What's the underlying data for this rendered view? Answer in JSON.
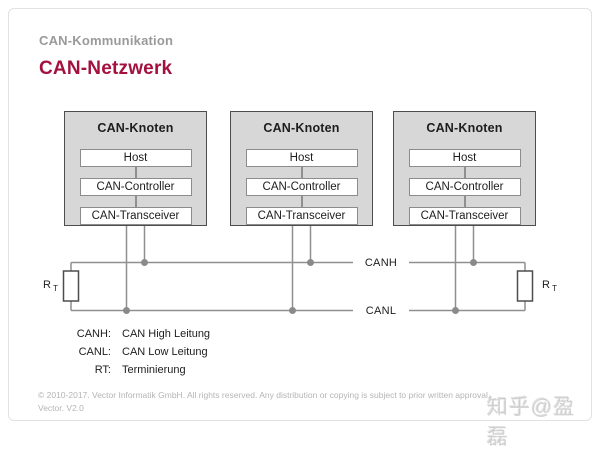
{
  "header": {
    "breadcrumb": "CAN-Kommunikation",
    "title": "CAN-Netzwerk"
  },
  "diagram": {
    "nodes": [
      {
        "title": "CAN-Knoten",
        "layers": [
          "Host",
          "CAN-Controller",
          "CAN-Transceiver"
        ]
      },
      {
        "title": "CAN-Knoten",
        "layers": [
          "Host",
          "CAN-Controller",
          "CAN-Transceiver"
        ]
      },
      {
        "title": "CAN-Knoten",
        "layers": [
          "Host",
          "CAN-Controller",
          "CAN-Transceiver"
        ]
      }
    ],
    "bus": {
      "high_label": "CANH",
      "low_label": "CANL"
    },
    "terminator": {
      "symbol": "R",
      "subscript": "T"
    }
  },
  "legend": {
    "rows": [
      {
        "term": "CANH:",
        "definition": "CAN High Leitung"
      },
      {
        "term": "CANL:",
        "definition": "CAN Low Leitung"
      },
      {
        "term": "RT:",
        "definition": "Terminierung"
      }
    ]
  },
  "footer": {
    "copyright": "© 2010-2017. Vector Informatik GmbH. All rights reserved. Any distribution or copying is subject to prior written approval.",
    "version": "Vector. V2.0"
  },
  "watermark": "知乎@盈磊",
  "colors": {
    "title_accent": "#a5113f",
    "breadcrumb_gray": "#9a9a9a",
    "node_fill": "#d7d7d7",
    "node_border": "#4d4d4d",
    "wire_gray": "#8f8f8f",
    "resistor_border": "#4d4d4d",
    "footer_gray": "#b5b5b5"
  }
}
